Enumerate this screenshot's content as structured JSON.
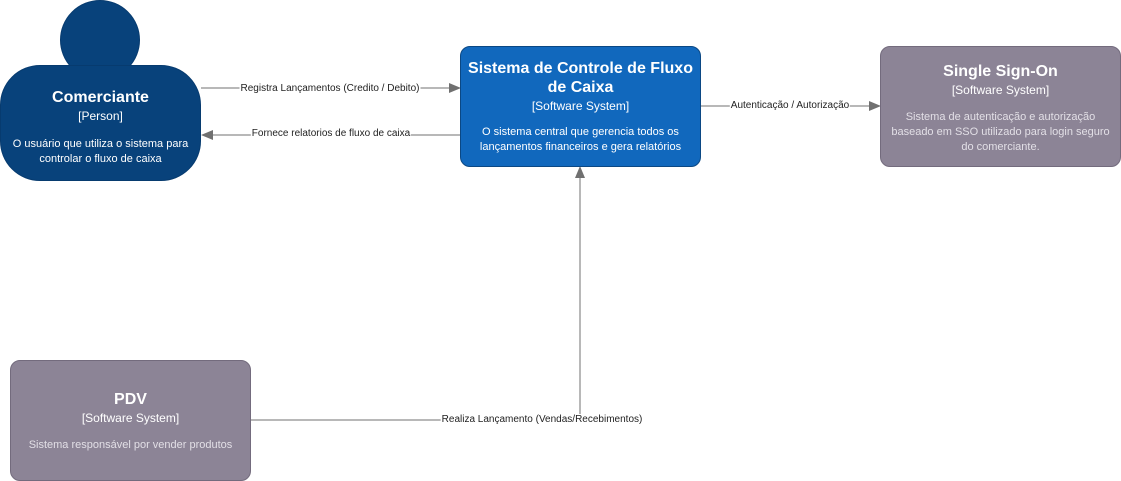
{
  "nodes": {
    "comerciante": {
      "title": "Comerciante",
      "type": "[Person]",
      "description": "O usuário que utiliza o sistema para controlar o fluxo de caixa"
    },
    "main_system": {
      "title": "Sistema de Controle de Fluxo de Caixa",
      "type": "[Software System]",
      "description": "O sistema central que gerencia todos os lançamentos financeiros e gera relatórios"
    },
    "sso": {
      "title": "Single Sign-On",
      "type": "[Software System]",
      "description": "Sistema de autenticação e autorização baseado em SSO utilizado para login seguro do comerciante."
    },
    "pdv": {
      "title": "PDV",
      "type": "[Software System]",
      "description": "Sistema responsável por vender produtos"
    }
  },
  "edges": {
    "registra": "Registra Lançamentos (Credito / Debito)",
    "fornece": "Fornece relatorios de fluxo de caixa",
    "autenticacao": "Autenticação / Autorização",
    "realiza": "Realiza Lançamento (Vendas/Recebimentos)"
  },
  "colors": {
    "person": "#08427b",
    "internal_system": "#1168bd",
    "external_system": "#8c8496",
    "edge": "#707070"
  }
}
